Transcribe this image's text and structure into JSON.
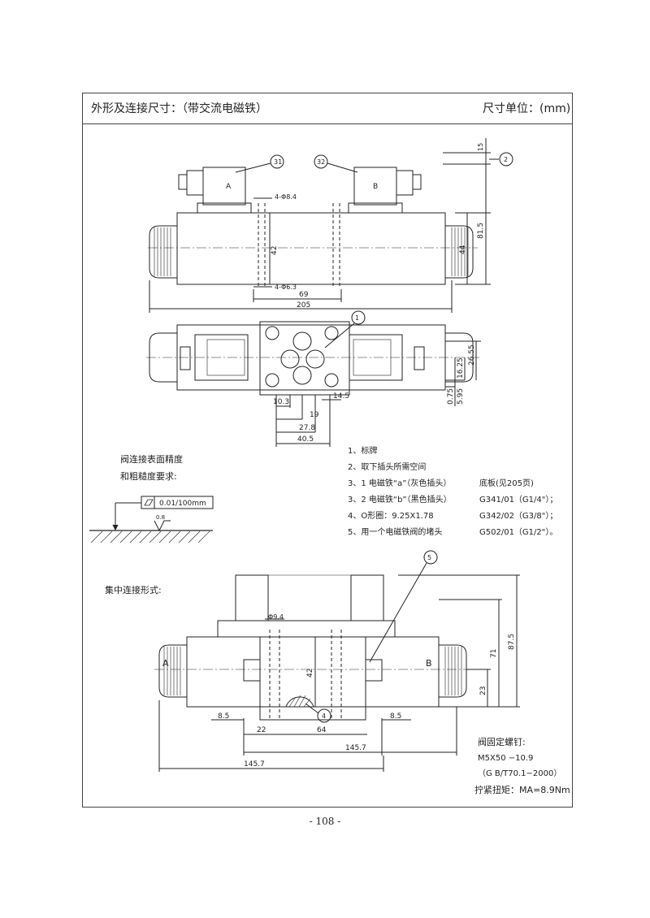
{
  "header": {
    "left_title": "外形及连接尺寸：（带交流电磁铁）",
    "right_unit": "尺寸单位：(mm)"
  },
  "top_view": {
    "balloons": [
      "31",
      "32",
      "2"
    ],
    "solenoid_a": "A",
    "solenoid_b": "B",
    "dims": {
      "hole_top": "4-Φ8.4",
      "hole_bottom": "4-Φ6.3",
      "d42": "42",
      "d69": "69",
      "d205": "205",
      "d81_5": "81.5",
      "d44": "44",
      "d15": "15"
    }
  },
  "plan_view": {
    "balloon": "1",
    "dims": [
      "10.3",
      "19",
      "27.8",
      "40.5",
      "14.5",
      "0.75",
      "5.95",
      "16.25",
      "26.55"
    ]
  },
  "surface_req": {
    "title_line1": "阀连接表面精度",
    "title_line2": "和粗糙度要求:",
    "flatness": "0.01/100mm",
    "roughness": "0.8"
  },
  "notes": {
    "n1": "1、标牌",
    "n2": "2、取下插头所需空间",
    "n3": "3、1 电磁铁“a”（灰色插头）",
    "n4": "3、2 电磁铁“b”（黑色插头）",
    "n5": "4、O形圈：9.25X1.78",
    "n6": "5、用一个电磁铁阀的堵头"
  },
  "subplate": {
    "title": "底板(见205页)",
    "items": [
      "G341/01（G1/4\"）；",
      "G342/02（G3/8\"）；",
      "G502/01（G1/2\"）。"
    ]
  },
  "central": {
    "title": "集中连接形式:",
    "label_a": "A",
    "label_b": "B",
    "balloons": [
      "5",
      "4"
    ],
    "dims": {
      "hole": "Φ9.4",
      "d42": "42",
      "d8_5_left": "8.5",
      "d8_5_right": "8.5",
      "d22": "22",
      "d64": "64",
      "d145_7_top": "145.7",
      "d145_7_bottom": "145.7",
      "d87_5": "87.5",
      "d71": "71",
      "d23": "23"
    }
  },
  "bolts": {
    "title": "阀固定螺钉:",
    "spec": "M5X50 −10.9",
    "standard": "（G B/T70.1−2000）",
    "torque": "拧紧扭矩：MA=8.9Nm"
  },
  "page_number": "- 108 -"
}
